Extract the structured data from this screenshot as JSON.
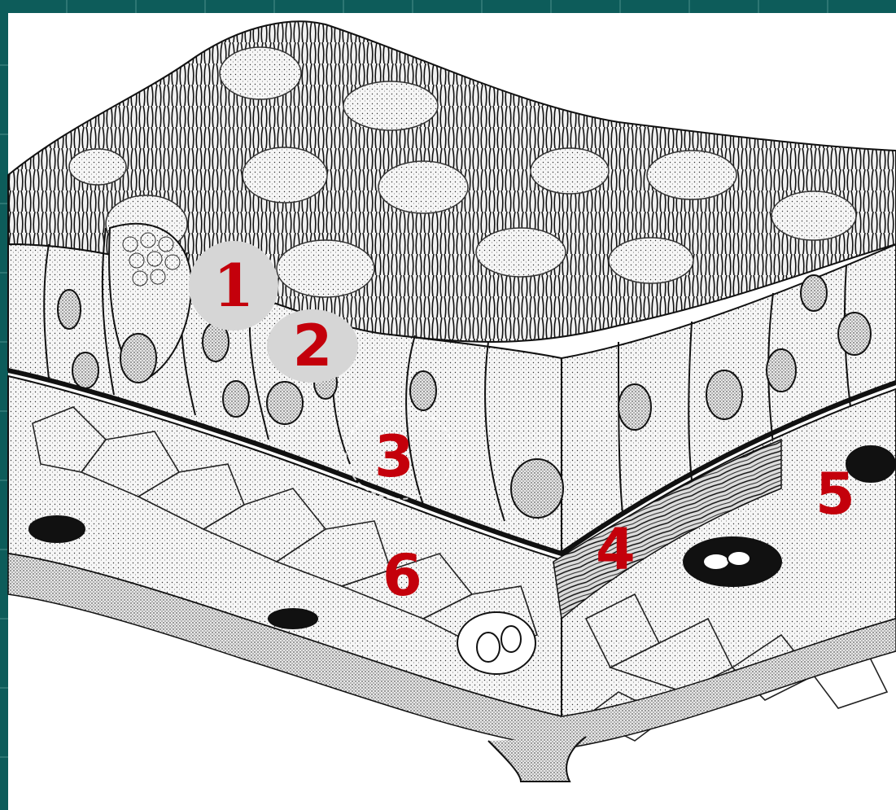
{
  "figure": {
    "title": "",
    "labels": [
      {
        "id": "1",
        "text": "1"
      },
      {
        "id": "2",
        "text": "2"
      },
      {
        "id": "3",
        "text": "3"
      },
      {
        "id": "4",
        "text": "4"
      },
      {
        "id": "5",
        "text": "5"
      },
      {
        "id": "6",
        "text": "6"
      }
    ],
    "colors": {
      "frame": "#0d5c5a",
      "label": "#c4000b",
      "label_circle": "#d6d6d6",
      "ink": "#111111"
    }
  }
}
